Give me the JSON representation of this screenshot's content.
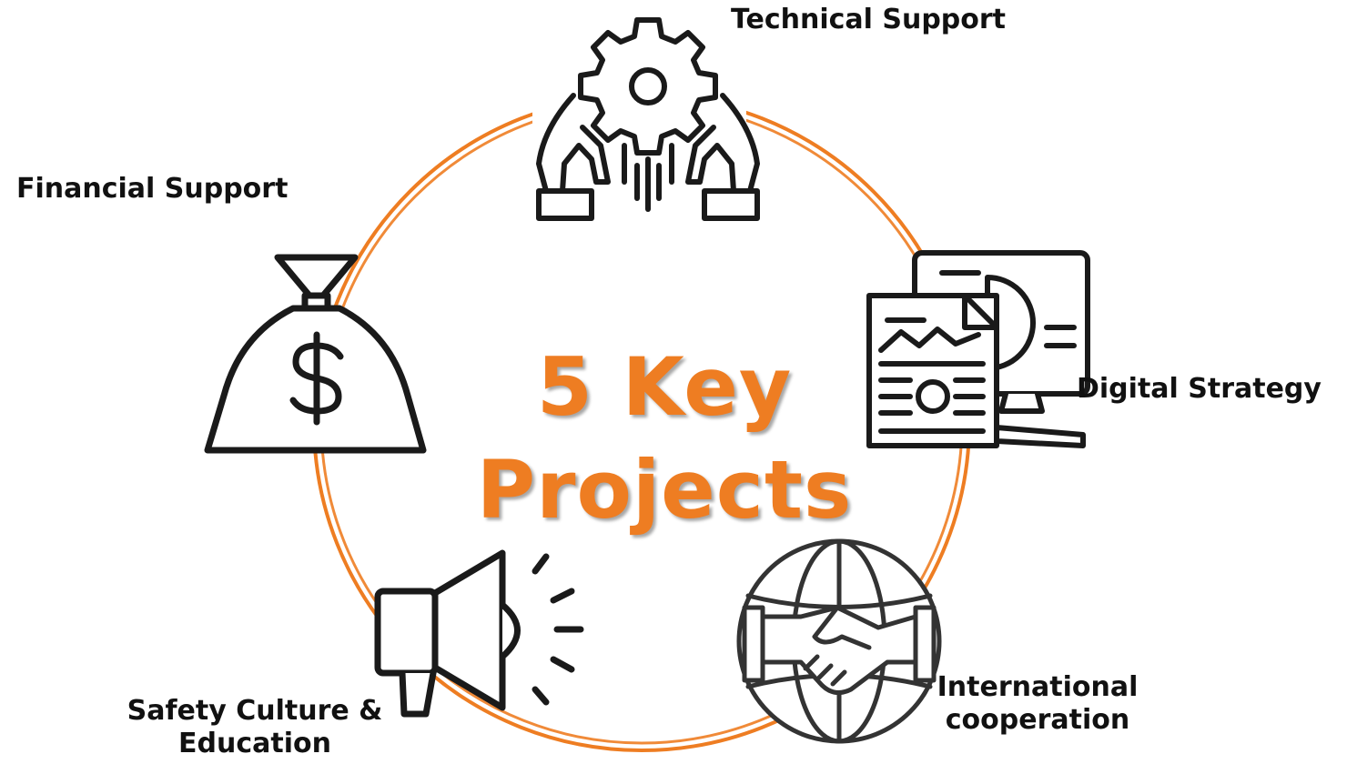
{
  "title": {
    "line1": "5 Key",
    "line2": "Projects"
  },
  "colors": {
    "accent": "#ee7d22",
    "icon_stroke": "#1a1a1a",
    "label_text": "#111111"
  },
  "projects": [
    {
      "label": "Technical Support",
      "icon": "gear-hands-icon"
    },
    {
      "label": "Digital Strategy",
      "icon": "dashboard-monitor-icon"
    },
    {
      "label_line1": "International",
      "label_line2": "cooperation",
      "icon": "globe-handshake-icon"
    },
    {
      "label_line1": "Safety Culture &",
      "label_line2": "Education",
      "icon": "megaphone-icon"
    },
    {
      "label": "Financial Support",
      "icon": "money-bag-icon"
    }
  ]
}
